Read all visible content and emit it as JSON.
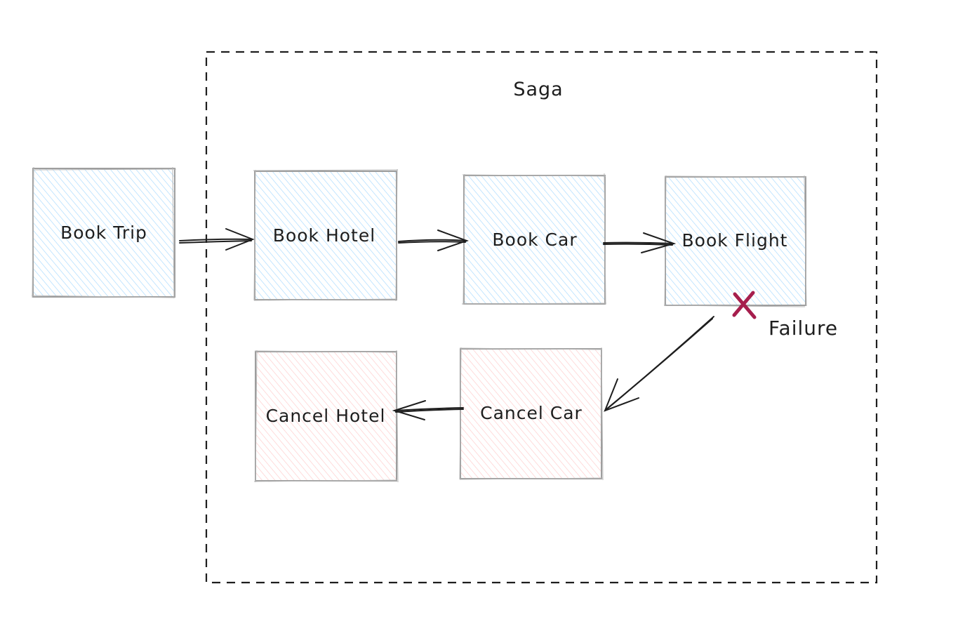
{
  "diagram": {
    "saga_label": "Saga",
    "failure_label": "Failure",
    "colors": {
      "forward_fill": "#a5d8ff",
      "compensate_fill": "#ffc9c9",
      "stroke": "#9e9e9e",
      "line": "#1e1e1e",
      "failure_mark": "#a61e4d"
    },
    "nodes": {
      "book_trip": "Book Trip",
      "book_hotel": "Book Hotel",
      "book_car": "Book Car",
      "book_flight": "Book Flight",
      "cancel_car": "Cancel Car",
      "cancel_hotel": "Cancel Hotel"
    },
    "icons": {
      "failure": "cross-icon"
    }
  }
}
